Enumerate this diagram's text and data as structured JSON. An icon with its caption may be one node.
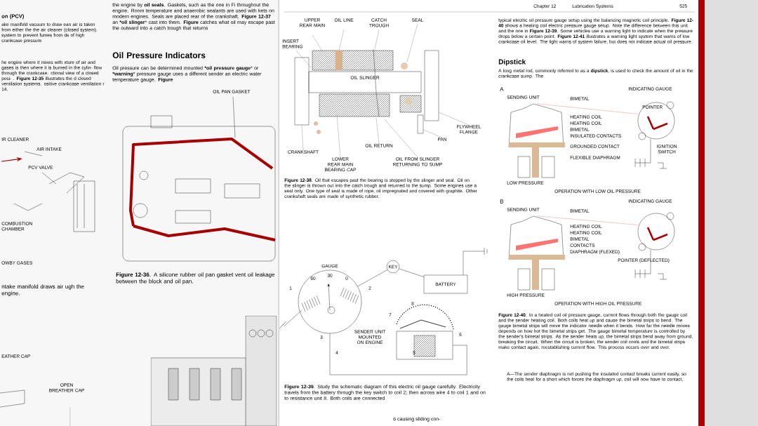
{
  "diagram": {
    "nodes": [
      {
        "text": [
          "GAUGE"
        ]
      },
      {
        "text": [
          "KEY"
        ]
      },
      {
        "text": [
          "BATTERY"
        ]
      },
      {
        "text": [],
        "shape": "picture"
      },
      {
        "text": [],
        "shape": "picture"
      },
      {
        "text": [],
        "shape": "picture"
      },
      {
        "text": [],
        "shape": "picture"
      },
      {
        "text": [],
        "shape": "picture"
      }
    ],
    "edges": [
      {
        "from": 0,
        "to": 1,
        "arrow": "none"
      },
      {
        "from": 1,
        "to": 2,
        "arrow": "none"
      },
      {
        "from": 0,
        "to": 3,
        "arrow": "none"
      },
      {
        "from": 4,
        "to": 5,
        "arrow": "none",
        "color": "#d9776f"
      },
      {
        "from": 6,
        "to": 7,
        "arrow": "none",
        "color": "#d9776f"
      }
    ],
    "labels": [
      "on (PCV)",
      "ake manifold vacuum to draw ean air is taken from either the the air cleaner (closed system). system to prevent fumes from ds of high crankcase pressure",
      "he engine where it mixes with xture of air and gases is then where it is burned in the cylin- flow through the crankcase. ctional view of a closed posi- . **Figure 12-35** illustrates the d closed ventilation systems. ositive crankcase ventilation r 14.",
      "IR CLEANER",
      "AIR INTAKE",
      "PCV VALVE",
      "COMBUSTION CHAMBER",
      "OWBY GASES",
      "ntake manifold draws air ugh the engine.",
      "EATHER CAP",
      "OPEN BREATHER CAP",
      "the engine by **oil seals**. Gaskets, such as the one in Fi throughout the engine. Room temperature and anaerobic sealants are used with kets on modern engines. Seals are placed rear of the crankshaft. **Figure 12-37** an ***oil slinger*** cast into them. **Figure** catches what oil may escape past the outward into a catch trough that returns",
      "Oil Pressure Indicators",
      "Oil pressure can be determined mounted ***oil pressure gauge*** or ***warning*** pressure gauge uses a different sender an electric water temperature gauge. **Figure**",
      "OIL PAN GASKET",
      "**Figure 12-36**. A silicone rubber oil pan gasket vent oil leakage between the block and oil pan.",
      "Chapter 12",
      "Lubrication Systems",
      "525",
      "typical electric oil pressure gauge setup using the balancing magnetic coil principle. **Figure 12-40** shows a heating coil electric pressure gauge setup. Note the difference between this unit and the one in **Figure 12-39**. Some vehicles use a warning light to indicate when the pressure drops below a certain point. **Figure 12-41** illustrates a warning light system that warns of low crankcase oil level. The light warns of system failure, but does not indicate actual oil pressure.",
      "Dipstick",
      "A long metal rod, commonly referred to as a **dipstick**, is used to check the amount of oil in the crankcase sump. The",
      "UPPER REAR MAIN",
      "OIL LINE",
      "CATCH TROUGH",
      "SEAL",
      "INSERT BEARING",
      "OIL SLINGER",
      "FLYWHEEL FLANGE",
      "PAN",
      "OIL RETURN",
      "CRANKSHAFT",
      "LOWER REAR MAIN BEARING CAP",
      "OIL FROM SLINGER RETURNING TO SUMP",
      "**Figure 12-38**. Oil that escapes past the bearing is stopped by the slinger and seal. Oil on the slinger is thrown out into the catch trough and returned to the sump. Some engines use a seal only. One type of seal is made of rope, oil impregnated and covered with graphite. Other crankshaft seals are made of synthetic rubber.",
      "60",
      "30",
      "0",
      "1",
      "2",
      "8",
      "7",
      "3",
      "SENDER UNIT MOUNTED ON ENGINE",
      "6",
      "4",
      "5",
      "**Figure 12-39**. Study the schematic diagram of this electric oil gauge carefully. Electricity travels from the battery through the key switch to coil 2; then across wire 4 to coil 1 and on to resistance unit 8. Both coils are connected",
      "6 causing sliding con-",
      "A",
      "INDICATING GAUGE",
      "SENDING UNIT",
      "BIMETAL",
      "POINTER",
      "HEATING COIL",
      "HEATING COIL",
      "BIMETAL",
      "INSULATED CONTACTS",
      "GROUNDED CONTACT",
      "IGNITION SWITCH",
      "FLEXIBLE DIAPHRAGM",
      "LOW PRESSURE",
      "OPERATION WITH LOW OIL PRESSURE",
      "B",
      "INDICATING GAUGE",
      "SENDING UNIT",
      "BIMETAL",
      "HEATING COIL",
      "HEATING COIL",
      "BIMETAL",
      "CONTACTS",
      "DIAPHRAGM (FLEXED)",
      "POINTER (DEFLECTED)",
      "HIGH PRESSURE",
      "OPERATION WITH HIGH OIL PRESSURE",
      "**Figure 12-40**. In a heated coil oil pressure gauge, current flows through both the gauge coil and the sender heating coil. Both coils heat up and cause the bimetal strips to bend. The gauge bimetal strips will move the indicator needle when it bends. How far the needle moves depends on how hot the bimetal strips get. The gauge bimetal temperature is controlled by the sender's bimetal strips. As the sender heats up, the bimetal strips bend away from ground, breaking the circuit. When the circuit is broken, the sender coil cools and the bimetal strips make contact again, reestablishing current flow. This process occurs over and over.",
      "A—The sender diaphragm is not pushing the insulated contact breaks current easily, so the coils heat for a short which forces the diaphragm up, coil will now have to contact,"
    ]
  }
}
